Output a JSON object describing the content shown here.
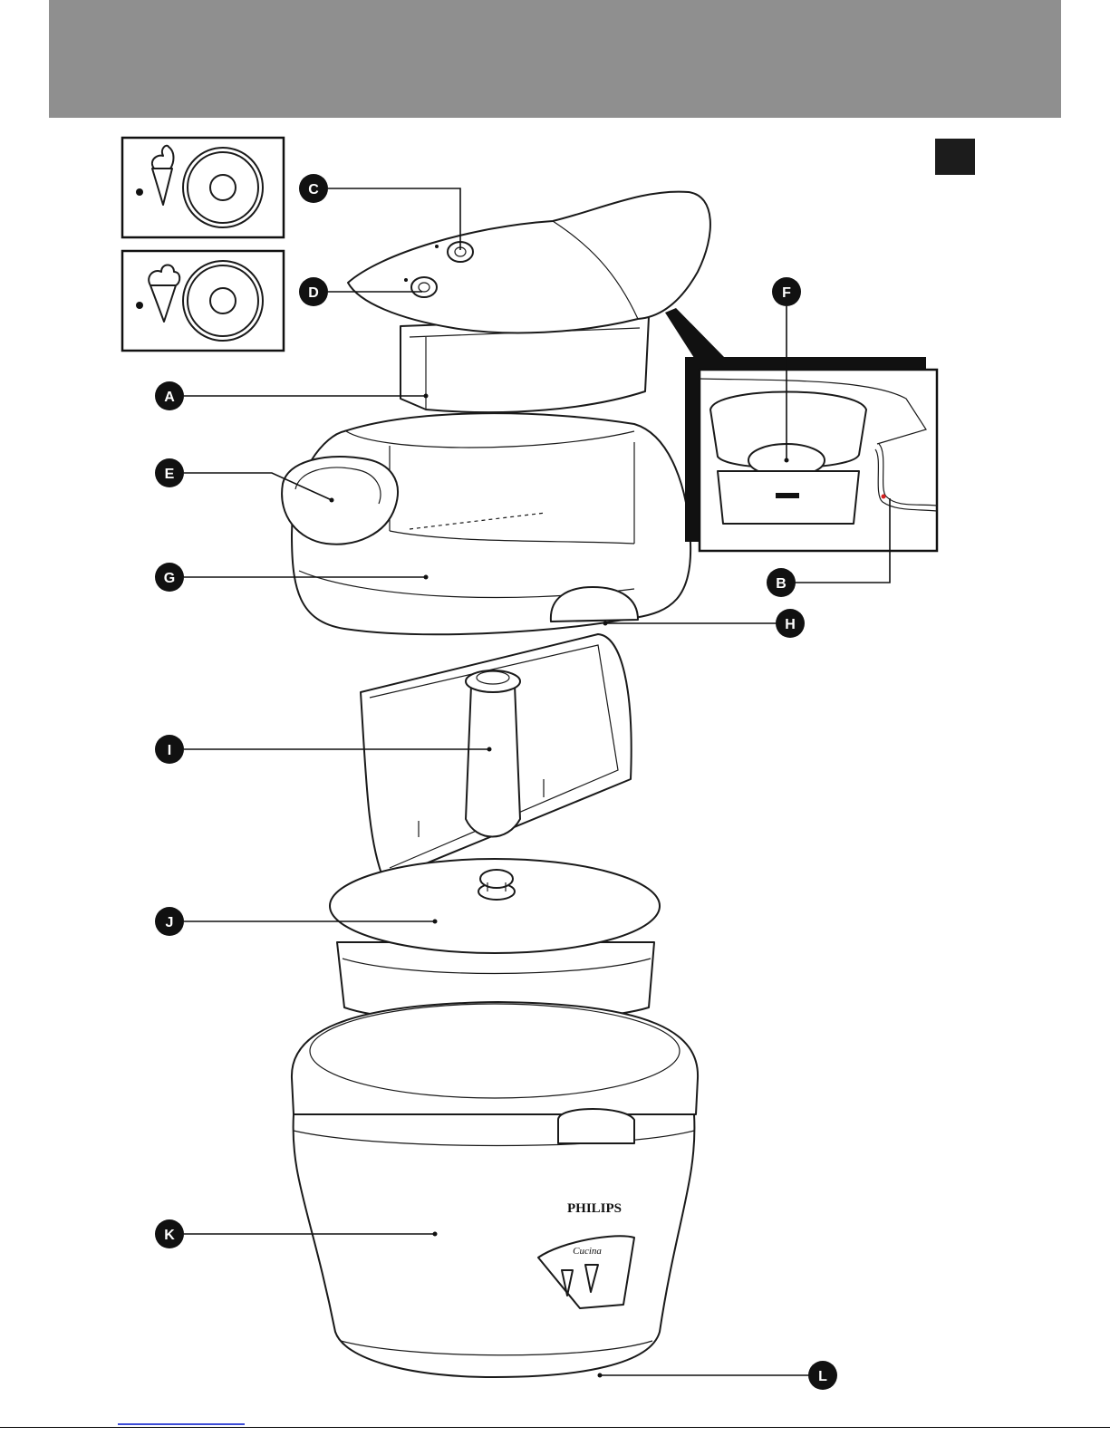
{
  "colors": {
    "header": "#8f8f8f",
    "corner_block": "#1c1c1c",
    "line": "#1a1a1a",
    "badge": "#111111",
    "link_underline": "#3b4bd6"
  },
  "callouts": {
    "A": "A",
    "B": "B",
    "C": "C",
    "D": "D",
    "E": "E",
    "F": "F",
    "G": "G",
    "H": "H",
    "I": "I",
    "J": "J",
    "K": "K",
    "L": "L"
  },
  "logo": {
    "brand": "PHILIPS",
    "sub": "Cucina"
  },
  "icons": {
    "soft_ice": "soft-ice-cone-icon",
    "scoop_ice": "scoop-ice-cone-icon"
  }
}
